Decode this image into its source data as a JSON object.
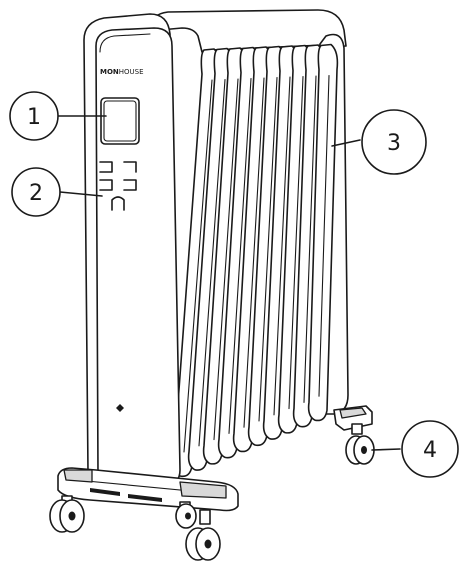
{
  "brand": {
    "bold": "MON",
    "light": "HOUSE"
  },
  "callouts": [
    {
      "id": "1",
      "label": "1"
    },
    {
      "id": "2",
      "label": "2"
    },
    {
      "id": "3",
      "label": "3"
    },
    {
      "id": "4",
      "label": "4"
    }
  ]
}
